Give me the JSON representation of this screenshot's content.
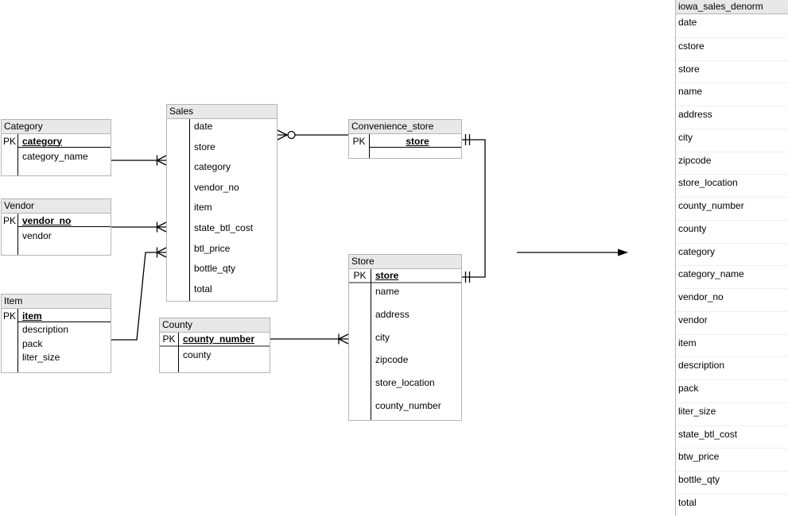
{
  "diagram": {
    "entities": [
      {
        "id": "category",
        "title": "Category",
        "pk_label": "PK",
        "pk_fields": [
          "category"
        ],
        "fields": [
          "category_name"
        ]
      },
      {
        "id": "vendor",
        "title": "Vendor",
        "pk_label": "PK",
        "pk_fields": [
          "vendor_no"
        ],
        "fields": [
          "vendor"
        ]
      },
      {
        "id": "item",
        "title": "Item",
        "pk_label": "PK",
        "pk_fields": [
          "item"
        ],
        "fields": [
          "description",
          "pack",
          "liter_size"
        ]
      },
      {
        "id": "sales",
        "title": "Sales",
        "pk_label": "",
        "pk_fields": [],
        "fields": [
          "date",
          "store",
          "category",
          "vendor_no",
          "item",
          "state_btl_cost",
          "btl_price",
          "bottle_qty",
          "total"
        ]
      },
      {
        "id": "convenience_store",
        "title": "Convenience_store",
        "pk_label": "PK",
        "pk_fields": [
          "store"
        ],
        "fields": []
      },
      {
        "id": "store",
        "title": "Store",
        "pk_label": "PK",
        "pk_fields": [
          "store"
        ],
        "fields": [
          "name",
          "address",
          "city",
          "zipcode",
          "store_location",
          "county_number"
        ]
      },
      {
        "id": "county",
        "title": "County",
        "pk_label": "PK",
        "pk_fields": [
          "county_number"
        ],
        "fields": [
          "county"
        ]
      }
    ],
    "relationships": [
      {
        "from": "Category",
        "to": "Sales",
        "from_end": "none",
        "to_end": "one-or-many"
      },
      {
        "from": "Vendor",
        "to": "Sales",
        "from_end": "none",
        "to_end": "one-or-many"
      },
      {
        "from": "Item",
        "to": "Sales",
        "from_end": "none",
        "to_end": "one-or-many"
      },
      {
        "from": "Convenience_store",
        "to": "Sales",
        "from_end": "none",
        "to_end": "zero-or-many"
      },
      {
        "from": "Convenience_store",
        "to": "Store",
        "from_end": "exactly-one",
        "to_end": "exactly-one"
      },
      {
        "from": "County",
        "to": "Store",
        "from_end": "none",
        "to_end": "one-or-many"
      }
    ]
  },
  "denorm_panel": {
    "title": "iowa_sales_denorm",
    "fields": [
      "date",
      "cstore",
      "store",
      "name",
      "address",
      "city",
      "zipcode",
      "store_location",
      "county_number",
      "county",
      "category",
      "category_name",
      "vendor_no",
      "vendor",
      "item",
      "description",
      "pack",
      "liter_size",
      "state_btl_cost",
      "btw_price",
      "bottle_qty",
      "total"
    ]
  },
  "colors": {
    "header_fill": "#e8e8e8",
    "box_border": "#b5b5b5",
    "pk_heavy_rule": "#8c8c8c",
    "connector": "#000000",
    "text": "#000000"
  }
}
